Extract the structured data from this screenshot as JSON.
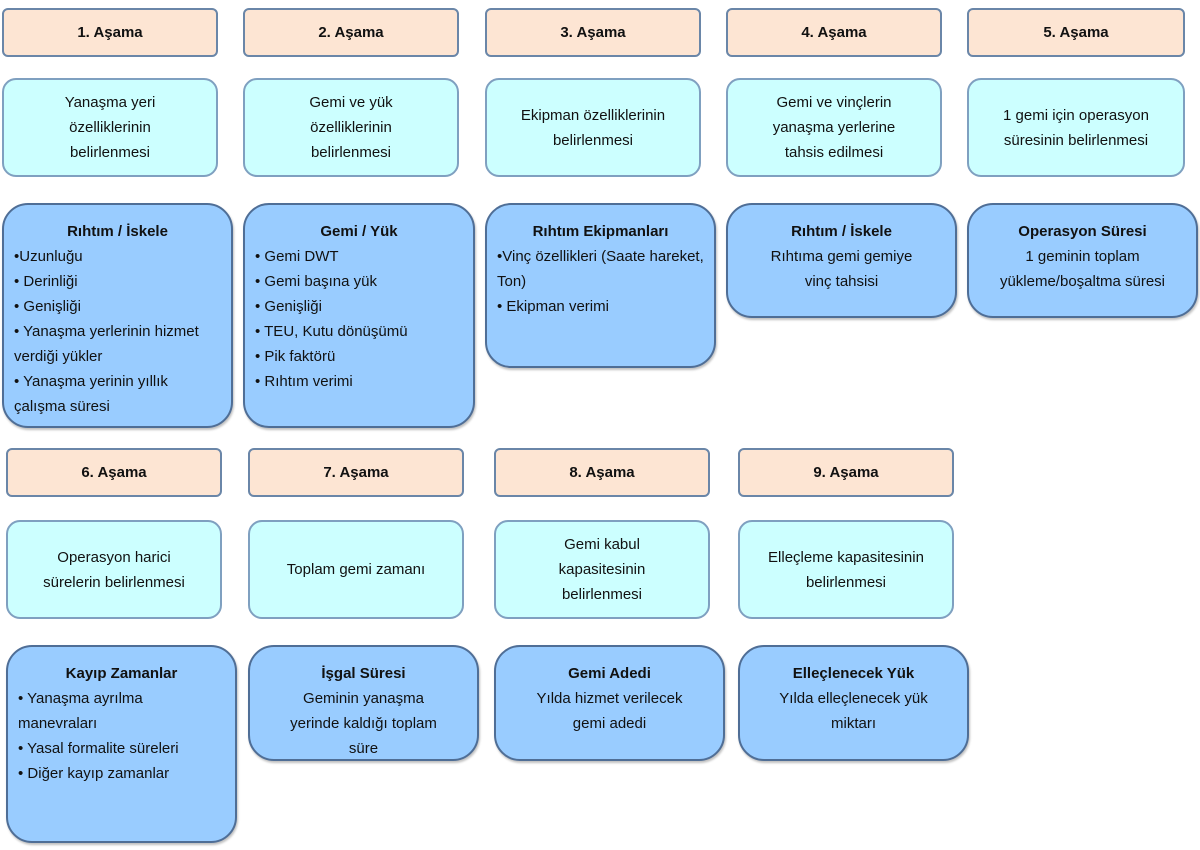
{
  "stages": [
    {
      "header": "1. Aşama",
      "task": "Yanaşma yeri özelliklerinin belirlenmesi",
      "title": "Rıhtım / İskele",
      "items": [
        "•Uzunluğu",
        "• Derinliği",
        "• Genişliği",
        "• Yanaşma yerlerinin hizmet verdiği yükler",
        "• Yanaşma yerinin yıllık çalışma süresi"
      ]
    },
    {
      "header": "2. Aşama",
      "task": "Gemi ve yük özelliklerinin belirlenmesi",
      "title": "Gemi / Yük",
      "items": [
        "• Gemi DWT",
        "• Gemi başına yük",
        "• Genişliği",
        "• TEU, Kutu dönüşümü",
        "• Pik faktörü",
        "• Rıhtım verimi"
      ]
    },
    {
      "header": "3. Aşama",
      "task": "Ekipman özelliklerinin belirlenmesi",
      "title": "Rıhtım Ekipmanları",
      "items": [
        "•Vinç özellikleri (Saate hareket, Ton)",
        "• Ekipman verimi"
      ]
    },
    {
      "header": "4. Aşama",
      "task": "Gemi ve vinçlerin yanaşma yerlerine tahsis edilmesi",
      "title": "Rıhtım / İskele",
      "desc": "Rıhtıma gemi gemiye vinç tahsisi"
    },
    {
      "header": "5. Aşama",
      "task": "1 gemi için operasyon süresinin belirlenmesi",
      "title": "Operasyon Süresi",
      "desc": "1 geminin toplam yükleme/boşaltma süresi"
    },
    {
      "header": "6. Aşama",
      "task": "Operasyon harici sürelerin belirlenmesi",
      "title": "Kayıp Zamanlar",
      "items": [
        "• Yanaşma ayrılma manevraları",
        "• Yasal formalite süreleri",
        "• Diğer kayıp zamanlar"
      ]
    },
    {
      "header": "7. Aşama",
      "task": "Toplam gemi zamanı",
      "title": "İşgal Süresi",
      "desc": "Geminin yanaşma yerinde kaldığı toplam süre"
    },
    {
      "header": "8. Aşama",
      "task": "Gemi kabul kapasitesinin belirlenmesi",
      "title": "Gemi Adedi",
      "desc": "Yılda hizmet verilecek gemi adedi"
    },
    {
      "header": "9. Aşama",
      "task": "Elleçleme kapasitesinin belirlenmesi",
      "title": "Elleçlenecek Yük",
      "desc": "Yılda elleçlenecek yük miktarı"
    }
  ]
}
